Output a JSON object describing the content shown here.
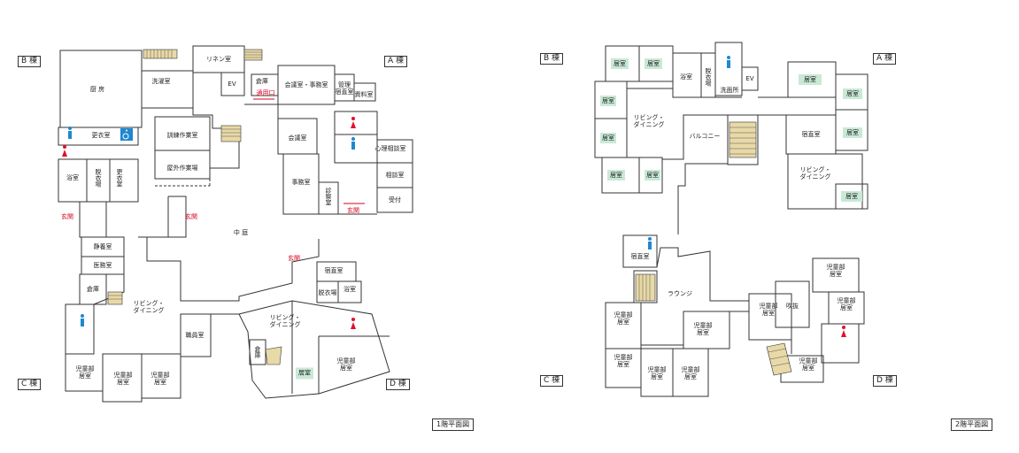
{
  "floor1": {
    "caption": "1階平面図",
    "wings": {
      "a": "A 棟",
      "b": "B 棟",
      "c": "C 棟",
      "d": "D 棟"
    },
    "rooms": {
      "kitchen": "厨 房",
      "laundry": "洗濯室",
      "linen": "リネン室",
      "ev": "EV",
      "storage": "倉庫",
      "service_entrance": "通用口",
      "meeting_office": "会議室・事務室",
      "manager_night": "管理\n宿直室",
      "archive": "資料室",
      "changing": "更衣室",
      "training": "訓練作業室",
      "outdoor_work": "屋外作業場",
      "meeting": "会議室",
      "office": "事務室",
      "exam": "診察室",
      "entrance_a": "玄関",
      "counseling": "心理相談室",
      "consult": "相談室",
      "reception": "受付",
      "bath_b": "浴室",
      "dressing_b1": "脱衣場",
      "changing_b": "更衣室",
      "entrance_b": "玄関",
      "entrance_c": "玄関",
      "courtyard": "中 庭",
      "rest": "静養室",
      "medical": "医務室",
      "storage_c": "倉庫",
      "living_c": "リビング・\nダイニング",
      "staff": "職員室",
      "kids_c1": "児童部\n居室",
      "kids_c2": "児童部\n居室",
      "kids_c3": "児童部\n居室",
      "entrance_d": "玄関",
      "night_d": "宿直室",
      "dressing_d": "脱衣場",
      "bath_d": "浴室",
      "living_d": "リビング・\nダイニング",
      "storage_d": "倉庫",
      "room_d": "居室",
      "kids_d": "児童部\n居室"
    }
  },
  "floor2": {
    "caption": "2階平面図",
    "wings": {
      "a": "A 棟",
      "b": "B 棟",
      "c": "C 棟",
      "d": "D 棟"
    },
    "rooms": {
      "room_b1": "居室",
      "room_b2": "居室",
      "room_b3": "居室",
      "room_b4": "居室",
      "room_b5": "居室",
      "room_b6": "居室",
      "bath": "浴室",
      "dressing": "脱衣場",
      "washroom": "洗面所",
      "ev": "EV",
      "living_b": "リビング・\nダイニング",
      "balcony": "バルコニー",
      "room_a1": "居室",
      "room_a2": "居室",
      "room_a3": "居室",
      "room_a4": "居室",
      "night_a": "宿直室",
      "living_a": "リビング・\nダイニング",
      "night_c": "宿直室",
      "lounge": "ラウンジ",
      "kids_c1": "児童部\n居室",
      "kids_c2": "児童部\n居室",
      "kids_c3": "児童部\n居室",
      "kids_c4": "児童部\n居室",
      "kids_c5": "児童部\n居室",
      "kids_d1": "児童部\n居室",
      "kids_d2": "児童部\n居室",
      "kids_d3": "児童部\n居室",
      "kids_d4": "児童部\n居室",
      "atrium": "吹抜"
    }
  },
  "colors": {
    "wall": "#333333",
    "entrance_text": "#d6001c",
    "toilet_male": "#1e88d0",
    "toilet_female": "#e0102a",
    "accessible": "#1e88d0",
    "room_highlight": "#c9e9d6",
    "stairs": "#e8d9a8"
  },
  "icons": [
    "male-toilet-icon",
    "female-toilet-icon",
    "wheelchair-icon",
    "stairs-icon"
  ]
}
